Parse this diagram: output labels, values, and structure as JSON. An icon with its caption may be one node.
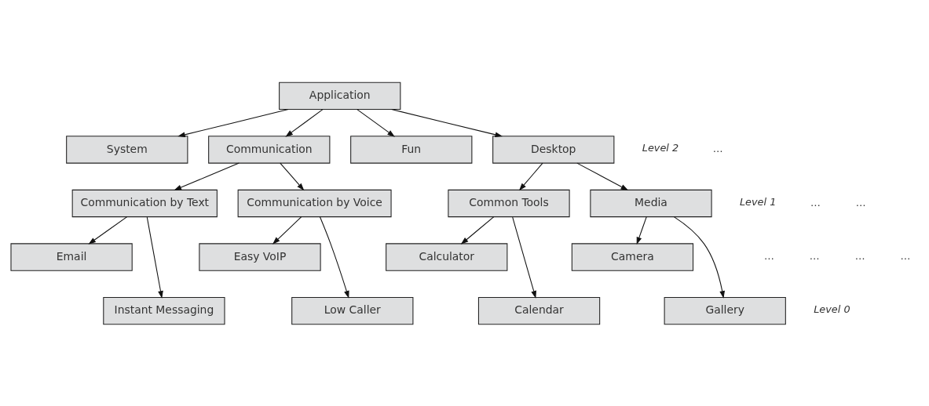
{
  "diagram": {
    "nodes": [
      {
        "text": [
          "Application"
        ]
      },
      {
        "text": [
          "System"
        ]
      },
      {
        "text": [
          "Communication"
        ]
      },
      {
        "text": [
          "Fun"
        ]
      },
      {
        "text": [
          "Desktop"
        ]
      },
      {
        "text": [
          "Communication by Text"
        ]
      },
      {
        "text": [
          "Communication by Voice"
        ]
      },
      {
        "text": [
          "Common Tools"
        ]
      },
      {
        "text": [
          "Media"
        ]
      },
      {
        "text": [
          "Email"
        ]
      },
      {
        "text": [
          "Instant Messaging"
        ]
      },
      {
        "text": [
          "Easy VoIP"
        ]
      },
      {
        "text": [
          "Low Caller"
        ]
      },
      {
        "text": [
          "Calculator"
        ]
      },
      {
        "text": [
          "Calendar"
        ]
      },
      {
        "text": [
          "Camera"
        ]
      },
      {
        "text": [
          "Gallery"
        ]
      }
    ],
    "edges": [
      {
        "from": 0,
        "to": 1,
        "arrow": "to"
      },
      {
        "from": 0,
        "to": 2,
        "arrow": "to"
      },
      {
        "from": 0,
        "to": 3,
        "arrow": "to"
      },
      {
        "from": 0,
        "to": 4,
        "arrow": "to"
      },
      {
        "from": 2,
        "to": 5,
        "arrow": "to"
      },
      {
        "from": 2,
        "to": 6,
        "arrow": "to"
      },
      {
        "from": 4,
        "to": 7,
        "arrow": "to"
      },
      {
        "from": 4,
        "to": 8,
        "arrow": "to"
      },
      {
        "from": 5,
        "to": 9,
        "arrow": "to"
      },
      {
        "from": 5,
        "to": 10,
        "arrow": "to"
      },
      {
        "from": 6,
        "to": 11,
        "arrow": "to"
      },
      {
        "from": 6,
        "to": 12,
        "arrow": "to"
      },
      {
        "from": 7,
        "to": 13,
        "arrow": "to"
      },
      {
        "from": 7,
        "to": 14,
        "arrow": "to"
      },
      {
        "from": 8,
        "to": 15,
        "arrow": "to"
      },
      {
        "from": 8,
        "to": 16,
        "arrow": "to"
      }
    ],
    "labels": [
      "Level 2",
      "…",
      "Level 1",
      "…",
      "…",
      "…",
      "…",
      "…",
      "…",
      "Level 0"
    ]
  }
}
